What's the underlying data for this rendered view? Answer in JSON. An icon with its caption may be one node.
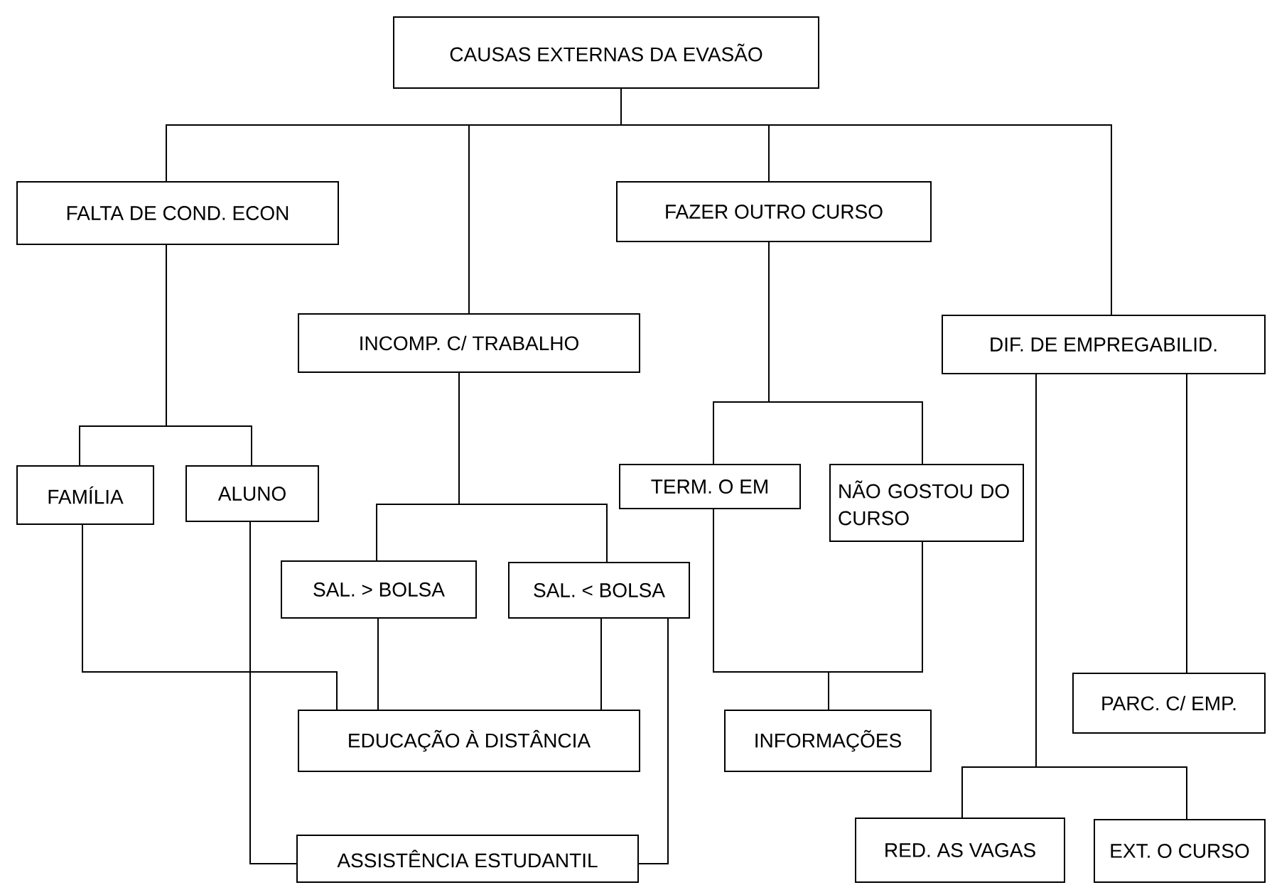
{
  "diagram": {
    "nodes": [
      {
        "text": [
          "CAUSAS EXTERNAS DA EVASÃO"
        ]
      },
      {
        "text": [
          "FALTA DE COND. ECON"
        ]
      },
      {
        "text": [
          "INCOMP. C/ TRABALHO"
        ]
      },
      {
        "text": [
          "FAZER OUTRO CURSO"
        ]
      },
      {
        "text": [
          "DIF. DE EMPREGABILID."
        ]
      },
      {
        "text": [
          "FAMÍLIA"
        ]
      },
      {
        "text": [
          "ALUNO"
        ]
      },
      {
        "text": [
          "TERM. O EM"
        ]
      },
      {
        "text": [
          "NÃO GOSTOU DO CURSO"
        ]
      },
      {
        "text": [
          "SAL. > BOLSA"
        ]
      },
      {
        "text": [
          "SAL. < BOLSA"
        ]
      },
      {
        "text": [
          "EDUCAÇÃO À DISTÂNCIA"
        ]
      },
      {
        "text": [
          "INFORMAÇÕES"
        ]
      },
      {
        "text": [
          "PARC. C/ EMP."
        ]
      },
      {
        "text": [
          "ASSISTÊNCIA ESTUDANTIL"
        ]
      },
      {
        "text": [
          "RED. AS VAGAS"
        ]
      },
      {
        "text": [
          "EXT. O CURSO"
        ]
      }
    ],
    "edges": [
      {
        "from": 0,
        "to": 1,
        "arrow": "none"
      },
      {
        "from": 0,
        "to": 2,
        "arrow": "none"
      },
      {
        "from": 0,
        "to": 3,
        "arrow": "none"
      },
      {
        "from": 0,
        "to": 4,
        "arrow": "none"
      },
      {
        "from": 1,
        "to": 5,
        "arrow": "none"
      },
      {
        "from": 1,
        "to": 6,
        "arrow": "none"
      },
      {
        "from": 2,
        "to": 9,
        "arrow": "none"
      },
      {
        "from": 2,
        "to": 10,
        "arrow": "none"
      },
      {
        "from": 3,
        "to": 7,
        "arrow": "none"
      },
      {
        "from": 3,
        "to": 8,
        "arrow": "none"
      },
      {
        "from": 5,
        "to": 11,
        "arrow": "none"
      },
      {
        "from": 6,
        "to": 14,
        "arrow": "none"
      },
      {
        "from": 9,
        "to": 11,
        "arrow": "none"
      },
      {
        "from": 10,
        "to": 11,
        "arrow": "none"
      },
      {
        "from": 10,
        "to": 14,
        "arrow": "none"
      },
      {
        "from": 7,
        "to": 12,
        "arrow": "none"
      },
      {
        "from": 8,
        "to": 12,
        "arrow": "none"
      },
      {
        "from": 4,
        "to": 13,
        "arrow": "none"
      },
      {
        "from": 4,
        "to": 15,
        "arrow": "none"
      },
      {
        "from": 4,
        "to": 16,
        "arrow": "none"
      }
    ]
  }
}
